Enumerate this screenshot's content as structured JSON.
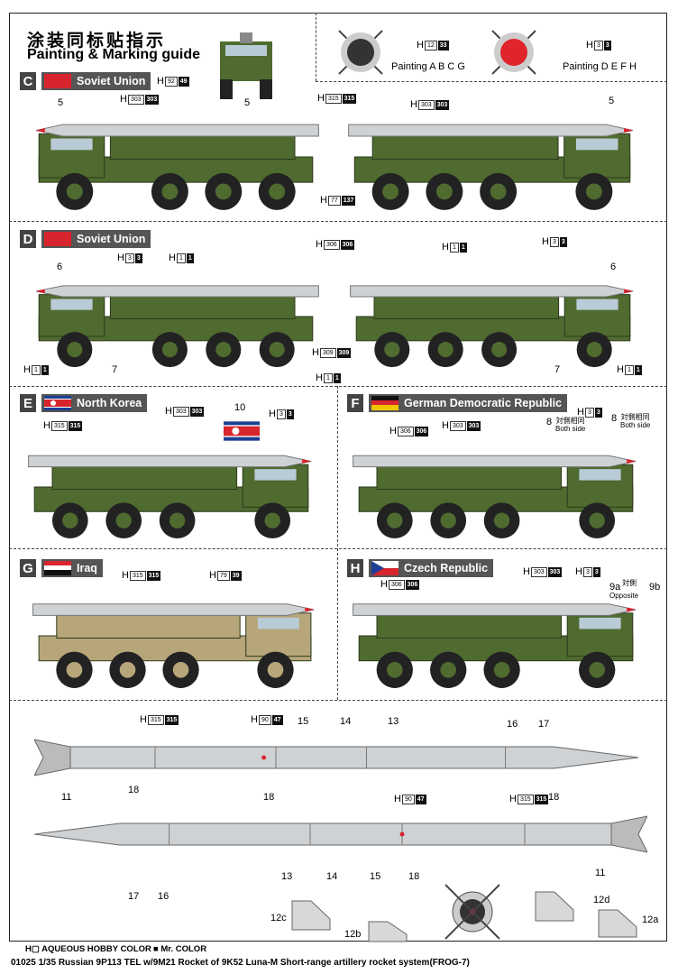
{
  "header": {
    "title_cn": "涂装同标贴指示",
    "title_en": "Painting & Marking guide"
  },
  "wheels": {
    "a": {
      "code": {
        "h": "12",
        "m": "33"
      },
      "label": "Painting  A  B  C  G",
      "hub_color": "#333333"
    },
    "b": {
      "code": {
        "h": "3",
        "m": "3"
      },
      "label": "Painting  D  E  F  H",
      "hub_color": "#e0242c"
    }
  },
  "colors": {
    "green": "#4f6b30",
    "desert": "#b7a67a",
    "rocket": "#cfd2d4",
    "red": "#d8242c"
  },
  "sections": {
    "C": {
      "letter": "C",
      "country": "Soviet Union",
      "front_code": {
        "h": "92",
        "m": "49"
      },
      "codes": [
        {
          "h": "303",
          "m": "303"
        },
        {
          "h": "315",
          "m": "315"
        },
        {
          "h": "303",
          "m": "303"
        },
        {
          "h": "77",
          "m": "137"
        }
      ],
      "markers": [
        "5",
        "5",
        "5"
      ]
    },
    "D": {
      "letter": "D",
      "country": "Soviet Union",
      "codes": [
        {
          "h": "3",
          "m": "3"
        },
        {
          "h": "1",
          "m": "1"
        },
        {
          "h": "306",
          "m": "306"
        },
        {
          "h": "1",
          "m": "1"
        },
        {
          "h": "3",
          "m": "3"
        },
        {
          "h": "1",
          "m": "1"
        },
        {
          "h": "309",
          "m": "309"
        },
        {
          "h": "1",
          "m": "1"
        },
        {
          "h": "1",
          "m": "1"
        }
      ],
      "markers": [
        "6",
        "7",
        "7",
        "6"
      ]
    },
    "E": {
      "letter": "E",
      "country": "North Korea",
      "codes": [
        {
          "h": "315",
          "m": "315"
        },
        {
          "h": "303",
          "m": "303"
        },
        {
          "h": "3",
          "m": "3"
        }
      ],
      "markers": [
        "10"
      ]
    },
    "F": {
      "letter": "F",
      "country": "German Democratic Republic",
      "codes": [
        {
          "h": "306",
          "m": "306"
        },
        {
          "h": "303",
          "m": "303"
        },
        {
          "h": "3",
          "m": "3"
        }
      ],
      "markers": [
        "8",
        "8"
      ],
      "both_side_cn": "対側相同",
      "both_side": "Both side"
    },
    "G": {
      "letter": "G",
      "country": "Iraq",
      "codes": [
        {
          "h": "315",
          "m": "315"
        },
        {
          "h": "79",
          "m": "39"
        }
      ]
    },
    "H": {
      "letter": "H",
      "country": "Czech Republic",
      "codes": [
        {
          "h": "306",
          "m": "306"
        },
        {
          "h": "303",
          "m": "303"
        },
        {
          "h": "3",
          "m": "3"
        }
      ],
      "markers": [
        "9a",
        "9b"
      ],
      "opposite_cn": "対側",
      "opposite": "Opposite"
    }
  },
  "rockets": {
    "top": {
      "codes": [
        {
          "h": "315",
          "m": "315"
        },
        {
          "h": "90",
          "m": "47"
        }
      ],
      "markers": [
        "15",
        "14",
        "13",
        "16",
        "17",
        "11",
        "18",
        "18"
      ]
    },
    "bottom": {
      "codes": [
        {
          "h": "90",
          "m": "47"
        },
        {
          "h": "315",
          "m": "315"
        }
      ],
      "markers": [
        "18",
        "17",
        "16",
        "13",
        "14",
        "15",
        "18",
        "11"
      ]
    },
    "fins": [
      "12c",
      "12b",
      "12d",
      "12a"
    ]
  },
  "legend": {
    "aqueous": "AQUEOUS HOBBY COLOR",
    "mr": "Mr. COLOR"
  },
  "footer": "01025 1/35 Russian 9P113 TEL w/9M21 Rocket of 9K52 Luna-M Short-range artillery rocket system(FROG-7)"
}
